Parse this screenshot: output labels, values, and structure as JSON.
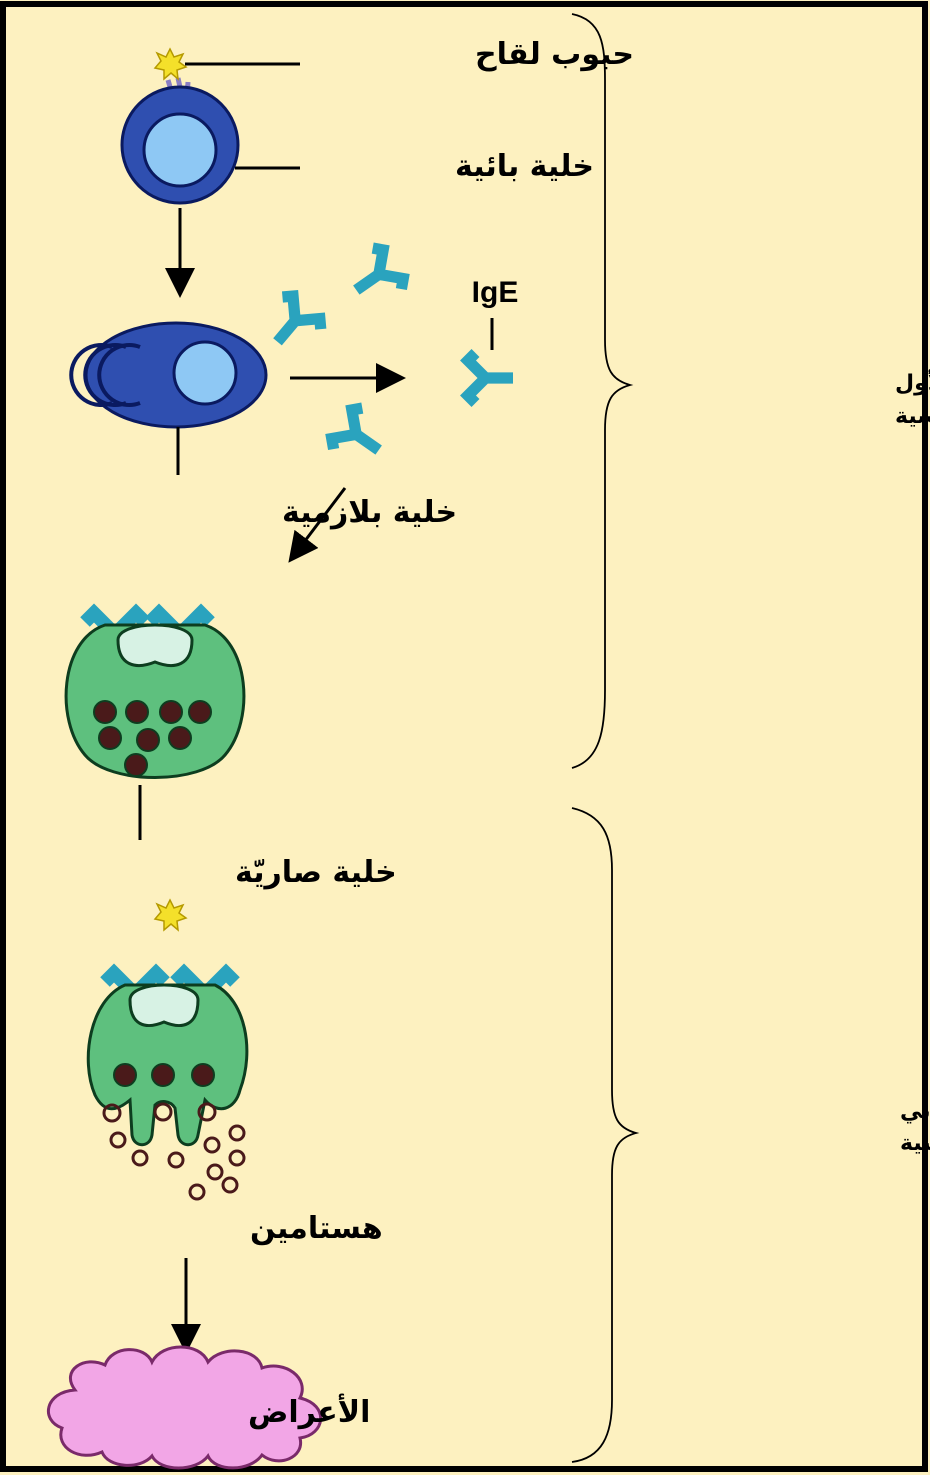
{
  "labels": {
    "pollen": "حبوب لقاح",
    "b_cell": "خلية بائية",
    "ige": "IgE",
    "plasma_cell": "خلية بلازمية",
    "mast_cell": "خلية صاريّة",
    "histamine": "هستامين",
    "symptoms": "الأعراض"
  },
  "stages": {
    "first_exposure": [
      "عند التعرض الأول",
      "لمسبب الحساسية"
    ],
    "second_exposure": [
      "عند التعرض الثاني",
      "لمسبب الحساسية"
    ]
  },
  "colors": {
    "background": "#fdf1c0",
    "frame": "#000000",
    "b_cell": "#2f4fb0",
    "b_cell_nucleus": "#8ec8f4",
    "antibody": "#2aa3be",
    "mast_cell": "#5ec07e",
    "mast_nucleus": "#d7f2e4",
    "granule": "#4a1a1a",
    "pollen": "#f4e02a",
    "symptoms_cloud": "#f2a6e6"
  }
}
